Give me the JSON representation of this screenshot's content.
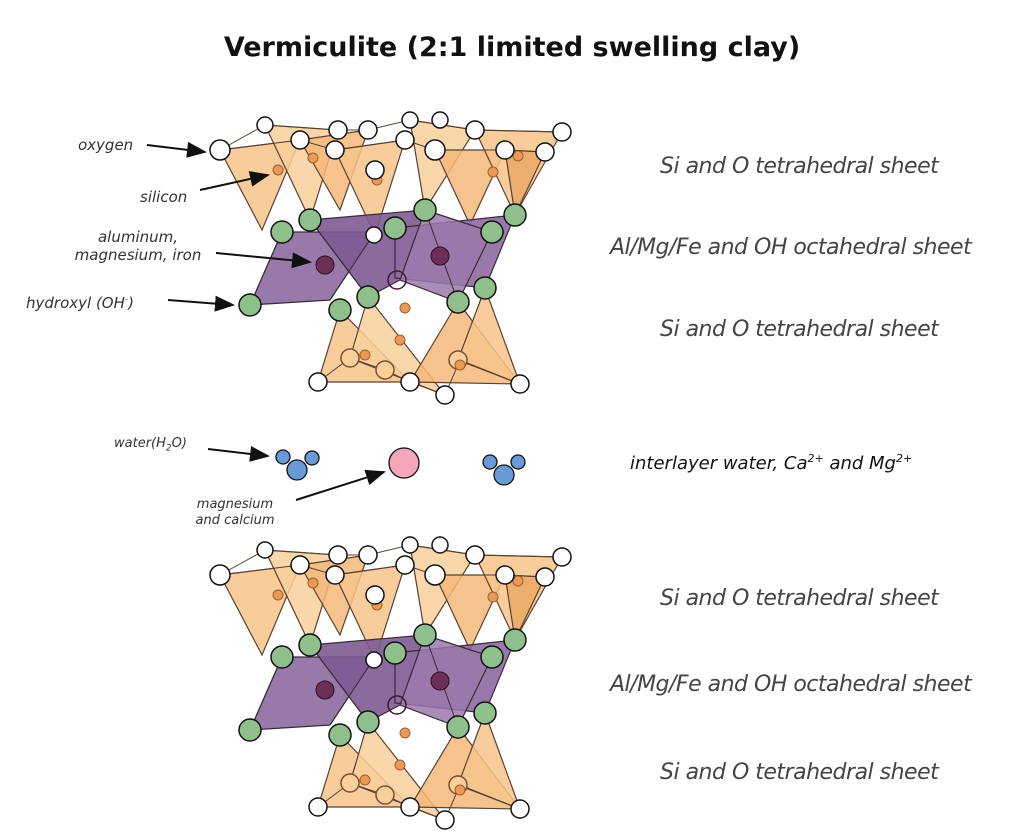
{
  "title": "Vermiculite (2:1 limited swelling clay)",
  "sheets": {
    "top_tet_1": "Si and O tetrahedral sheet",
    "top_oct": "Al/Mg/Fe and OH octahedral sheet",
    "top_tet_2": "Si and O tetrahedral sheet",
    "bot_tet_1": "Si and O tetrahedral sheet",
    "bot_oct": "Al/Mg/Fe and OH octahedral sheet",
    "bot_tet_2": "Si and O tetrahedral sheet"
  },
  "interlayer": {
    "text_a": "interlayer water, Ca",
    "sup_a": "2+",
    "text_b": " and Mg",
    "sup_b": "2+"
  },
  "callouts": {
    "oxygen": "oxygen",
    "silicon": "silicon",
    "aluminum_line1": "aluminum,",
    "aluminum_line2": "magnesium, iron",
    "hydroxyl_pre": "hydroxyl (OH",
    "hydroxyl_sup": "-",
    "hydroxyl_post": ")",
    "water_pre": "water(H",
    "water_sub": "2",
    "water_post": "O)",
    "magnesium_line1": "magnesium",
    "magnesium_line2": "and calcium"
  },
  "colors": {
    "tetrahedra": "#f7c48a",
    "tetra_edge": "#6b4a2a",
    "octahedra": "#8e6aa1",
    "silicon": "#e99a5a",
    "oxygen": "#ffffff",
    "hydroxyl": "#8fc08c",
    "metal": "#6b2f5a",
    "water": "#6a9ad6",
    "cation": "#f4a6bd"
  }
}
